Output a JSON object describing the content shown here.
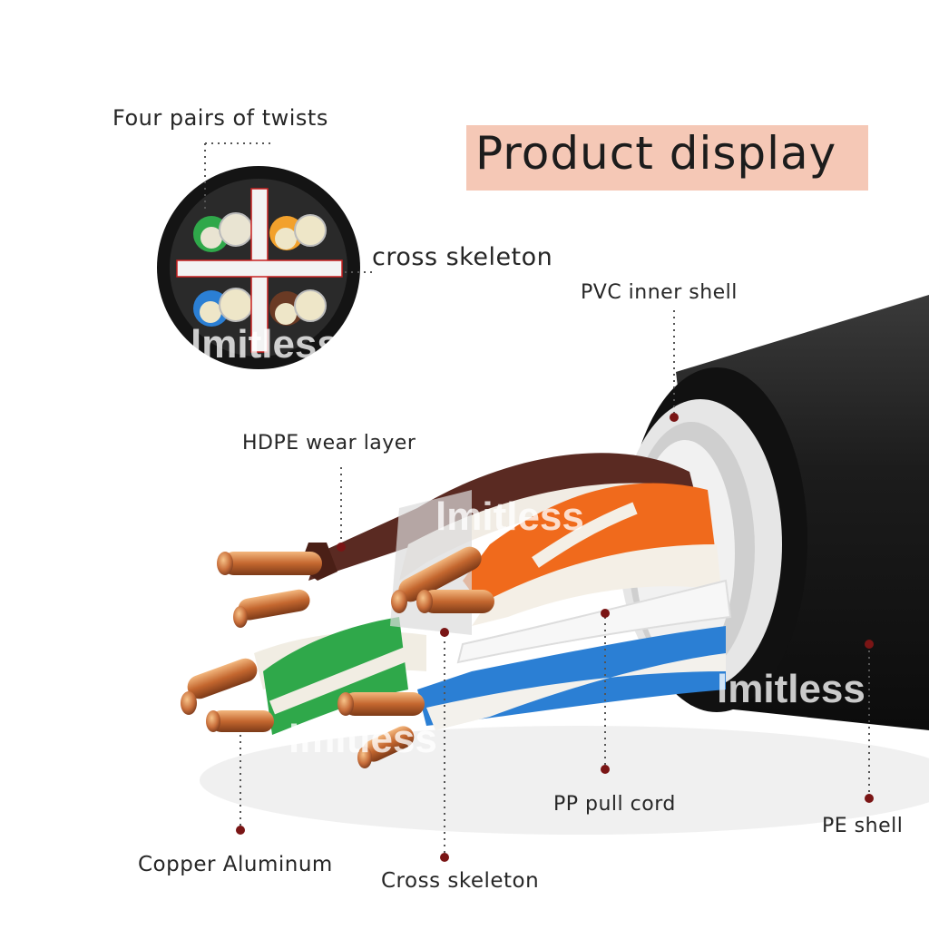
{
  "title": "Product display",
  "watermark": "lmitless",
  "labels": {
    "four_pairs": "Four pairs of twists",
    "cross_skeleton_top": "cross skeleton",
    "pvc_inner": "PVC inner shell",
    "hdpe": "HDPE wear layer",
    "pp_pull": "PP pull cord",
    "pe_shell": "PE shell",
    "copper": "Copper Aluminum",
    "cross_skeleton_bottom": "Cross skeleton"
  },
  "colors": {
    "banner": "#f5c8b6",
    "jacket": "#1e1e1e",
    "copper": "#c46a3a",
    "brown": "#5a2a22",
    "orange": "#f06a1c",
    "green": "#2fa84a",
    "blue": "#2b7fd4",
    "leader": "#9a1e1e"
  }
}
